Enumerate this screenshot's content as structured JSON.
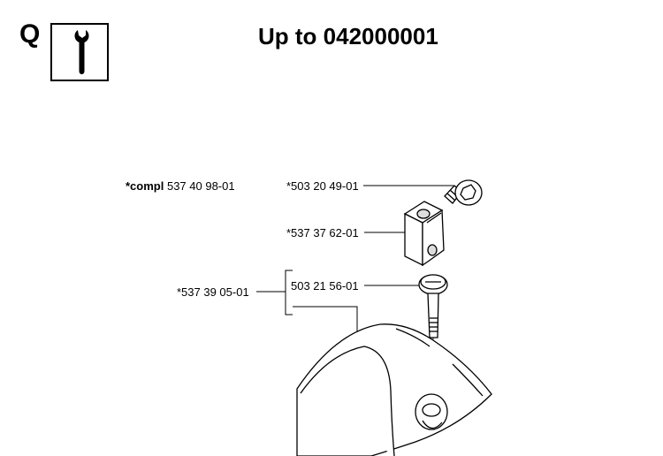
{
  "header": {
    "section_letter": "Q",
    "title": "Up to 042000001",
    "tool_icon": "wrench-icon"
  },
  "callouts": {
    "assembly_prefix": "*compl",
    "assembly_number": "537 40 98-01",
    "screw_top": "*503 20 49-01",
    "bracket": "*537 37 62-01",
    "group": "*537 39 05-01",
    "screw_long": "503 21 56-01"
  }
}
